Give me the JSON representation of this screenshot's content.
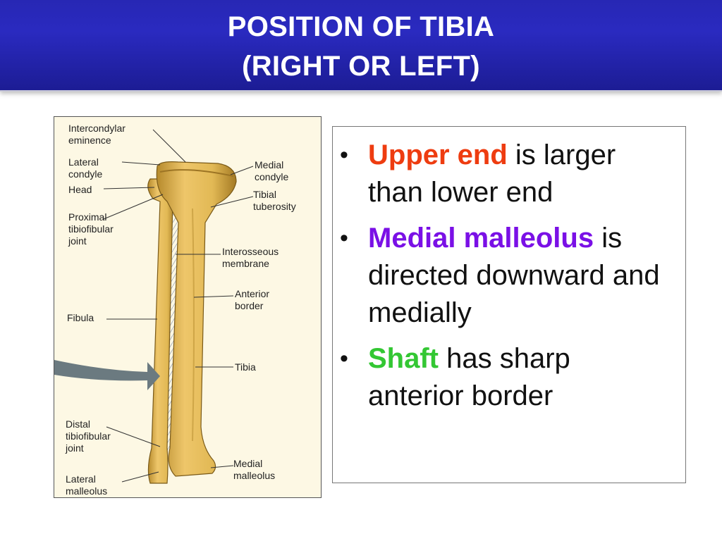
{
  "slide": {
    "title_line1": "POSITION OF TIBIA",
    "title_line2": "(RIGHT OR LEFT)"
  },
  "figure": {
    "labels": {
      "intercondylar_eminence": "Intercondylar\neminence",
      "lateral_condyle": "Lateral\ncondyle",
      "head": "Head",
      "proximal_tibiofibular_joint": "Proximal\ntibiofibular\njoint",
      "fibula": "Fibula",
      "distal_tibiofibular_joint": "Distal\ntibiofibular\njoint",
      "lateral_malleolus": "Lateral\nmalleolus",
      "medial_condyle": "Medial\ncondyle",
      "tibial_tuberosity": "Tibial\ntuberosity",
      "interosseous_membrane": "Interosseous\nmembrane",
      "anterior_border": "Anterior\nborder",
      "tibia": "Tibia",
      "medial_malleolus": "Medial\nmalleolus"
    },
    "colors": {
      "bone": "#e2b955",
      "bone_shade": "#b68a2c",
      "arrow": "#6b7a80"
    }
  },
  "bullets": [
    {
      "keyword": "Upper end",
      "keyword_color": "#ee3c10",
      "rest": " is larger than lower end"
    },
    {
      "keyword": "Medial malleolus",
      "keyword_color": "#7a10e6",
      "rest": " is directed downward and medially"
    },
    {
      "keyword": "Shaft",
      "keyword_color": "#33c733",
      "rest": " has sharp anterior border"
    }
  ]
}
